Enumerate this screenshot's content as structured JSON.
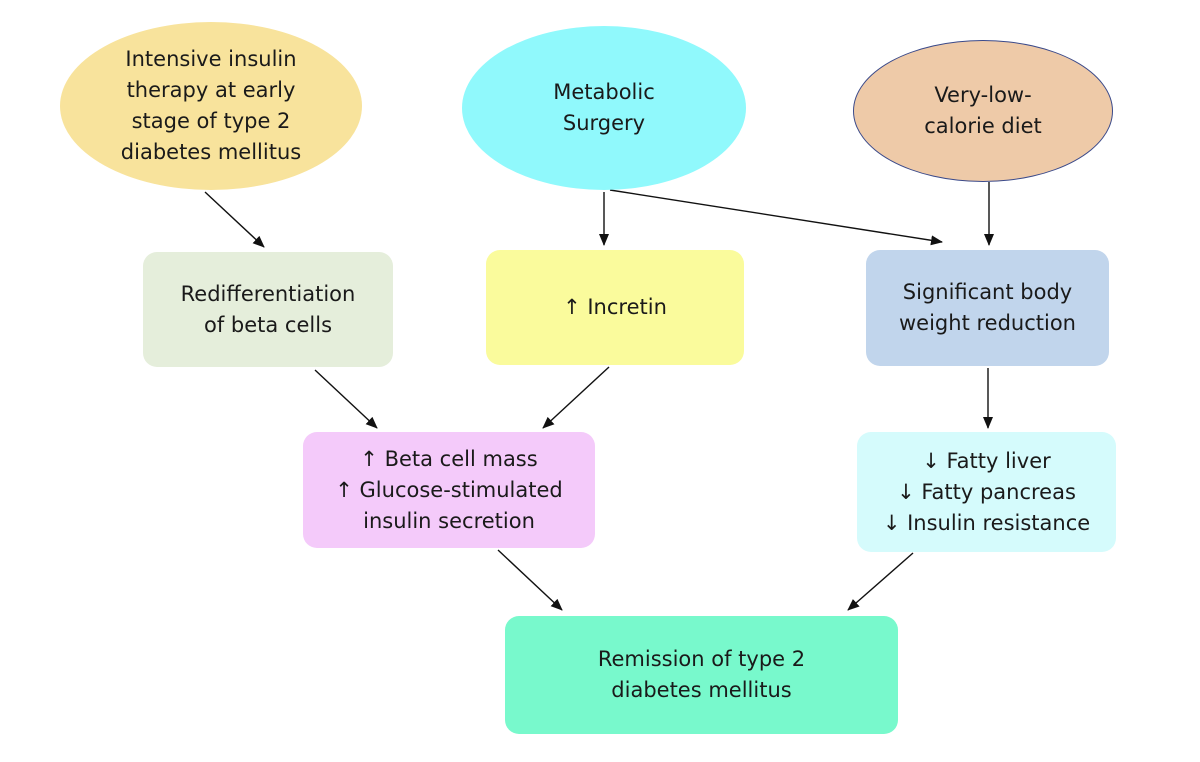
{
  "colors": {
    "insulin_fill": "#f8e39c",
    "surgery_fill": "#90f9fc",
    "diet_fill": "#eecaa8",
    "rediff_fill": "#e5eedb",
    "incretin_fill": "#fafb9c",
    "weight_fill": "#c1d5ec",
    "beta_fill": "#f4cafa",
    "liver_fill": "#d5fbfc",
    "remission_fill": "#78f9cc",
    "edge": "#111111"
  },
  "nodes": {
    "insulin": {
      "lines": [
        "Intensive insulin",
        "therapy at early",
        "stage of type 2",
        "diabetes mellitus"
      ]
    },
    "surgery": {
      "lines": [
        "Metabolic",
        "Surgery"
      ]
    },
    "diet": {
      "lines": [
        "Very-low-",
        "calorie diet"
      ]
    },
    "rediff": {
      "lines": [
        "Redifferentiation",
        "of beta cells"
      ]
    },
    "incretin": {
      "lines": [
        "↑ Incretin"
      ]
    },
    "weight": {
      "lines": [
        "Significant body",
        "weight reduction"
      ]
    },
    "beta": {
      "lines": [
        "↑ Beta cell mass",
        "↑ Glucose-stimulated",
        "insulin secretion"
      ]
    },
    "liver": {
      "lines": [
        "↓ Fatty liver",
        "↓ Fatty pancreas",
        "↓ Insulin resistance"
      ]
    },
    "remission": {
      "lines": [
        "Remission of type 2",
        "diabetes mellitus"
      ]
    }
  },
  "edges": [
    {
      "from": "insulin",
      "to": "rediff"
    },
    {
      "from": "surgery",
      "to": "incretin"
    },
    {
      "from": "surgery",
      "to": "weight"
    },
    {
      "from": "diet",
      "to": "weight"
    },
    {
      "from": "rediff",
      "to": "beta"
    },
    {
      "from": "incretin",
      "to": "beta"
    },
    {
      "from": "weight",
      "to": "liver"
    },
    {
      "from": "beta",
      "to": "remission"
    },
    {
      "from": "liver",
      "to": "remission"
    }
  ]
}
